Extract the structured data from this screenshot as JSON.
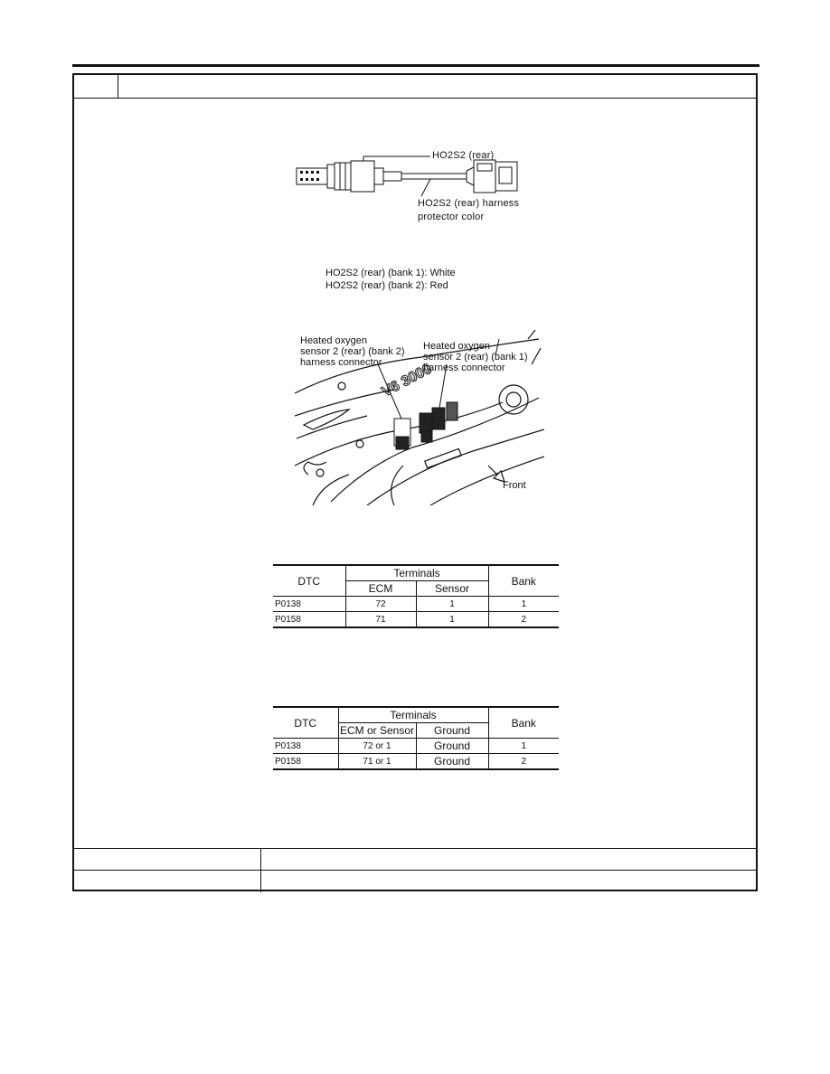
{
  "figure1": {
    "sensor_label": "HO2S2  (rear)",
    "harness_label_line1": "HO2S2  (rear)  harness",
    "harness_label_line2": "protector  color"
  },
  "color_notes": [
    "HO2S2  (rear)  (bank  1):  White",
    "HO2S2  (rear)  (bank  2):  Red"
  ],
  "figure2": {
    "bank2_label": [
      "Heated  oxygen",
      "sensor  2  (rear)  (bank  2)",
      "harness  connector"
    ],
    "bank1_label": [
      "Heated oxygen",
      "sensor  2  (rear)  (bank  1)",
      "harness  connector"
    ],
    "engine_text": "V6 3000",
    "front_label": "Front"
  },
  "table1": {
    "headers": {
      "dtc": "DTC",
      "terminals": "Terminals",
      "col1": "ECM",
      "col2": "Sensor",
      "bank": "Bank"
    },
    "rows": [
      {
        "dtc": "P0138",
        "col1": "72",
        "col2": "1",
        "bank": "1"
      },
      {
        "dtc": "P0158",
        "col1": "71",
        "col2": "1",
        "bank": "2"
      }
    ]
  },
  "table2": {
    "headers": {
      "dtc": "DTC",
      "terminals": "Terminals",
      "col1": "ECM or Sensor",
      "col2": "Ground",
      "bank": "Bank"
    },
    "rows": [
      {
        "dtc": "P0138",
        "col1": "72 or 1",
        "col2": "Ground",
        "bank": "1"
      },
      {
        "dtc": "P0158",
        "col1": "71 or 1",
        "col2": "Ground",
        "bank": "2"
      }
    ]
  }
}
